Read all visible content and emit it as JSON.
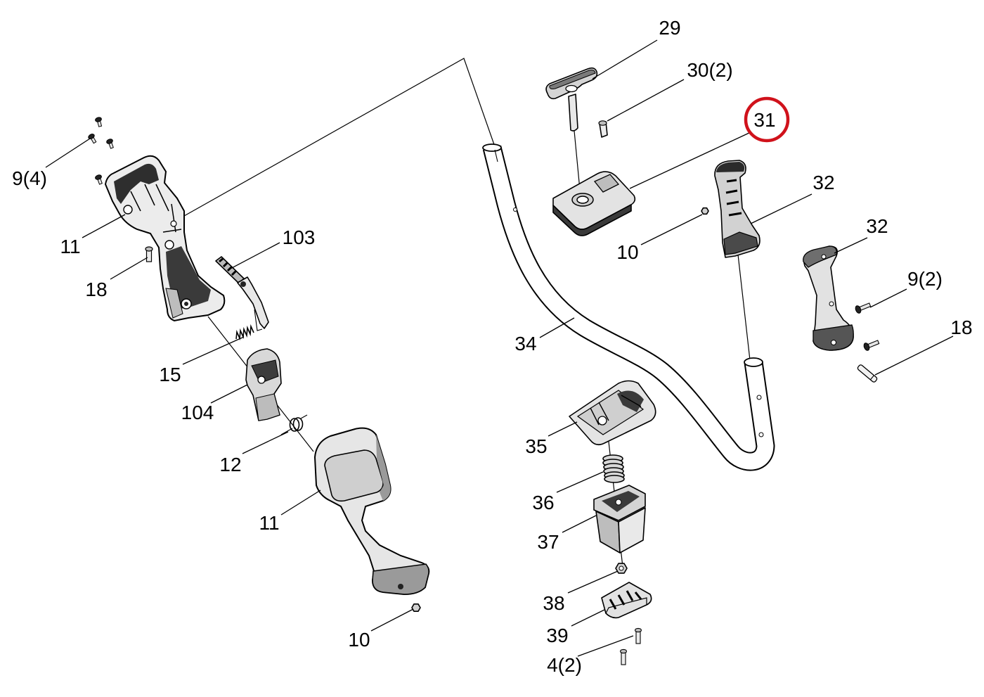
{
  "diagram": {
    "callouts": [
      {
        "label": "29"
      },
      {
        "label": "30(2)"
      },
      {
        "label": "31",
        "highlighted": true
      },
      {
        "label": "32"
      },
      {
        "label": "32"
      },
      {
        "label": "9(2)"
      },
      {
        "label": "18"
      },
      {
        "label": "10"
      },
      {
        "label": "34"
      },
      {
        "label": "9(4)"
      },
      {
        "label": "11"
      },
      {
        "label": "18"
      },
      {
        "label": "103"
      },
      {
        "label": "15"
      },
      {
        "label": "104"
      },
      {
        "label": "12"
      },
      {
        "label": "11"
      },
      {
        "label": "10"
      },
      {
        "label": "35"
      },
      {
        "label": "36"
      },
      {
        "label": "37"
      },
      {
        "label": "38"
      },
      {
        "label": "39"
      },
      {
        "label": "4(2)"
      }
    ]
  },
  "colors": {
    "highlight_ring": "#d0121b",
    "linework": "#000000",
    "background": "#ffffff"
  }
}
